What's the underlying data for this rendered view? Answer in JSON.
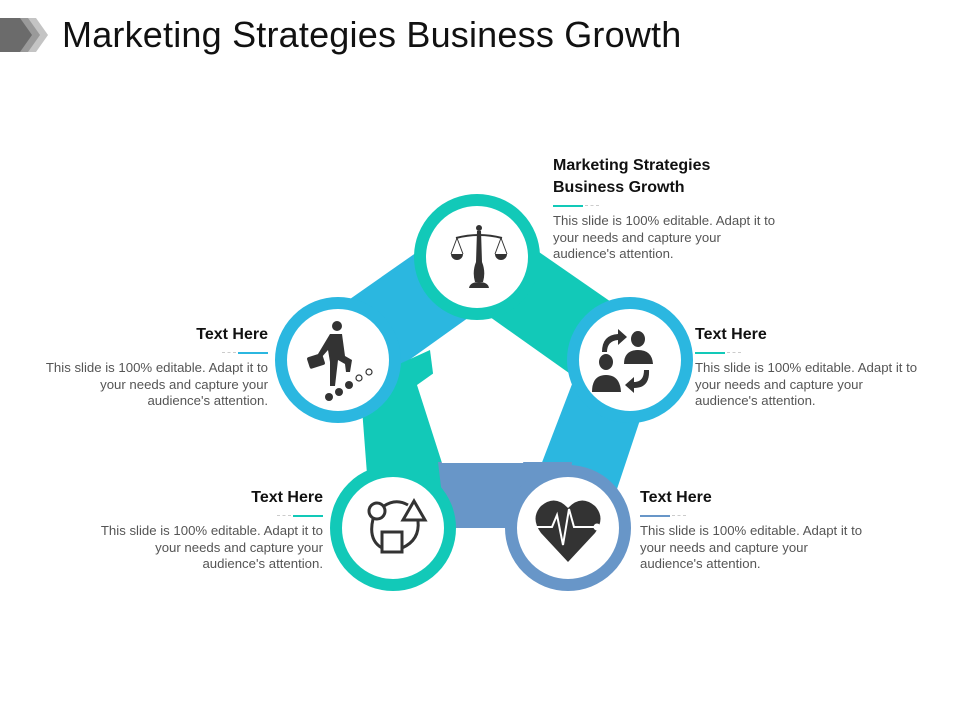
{
  "slide": {
    "title": "Marketing Strategies Business Growth",
    "title_chevron_colors": [
      "#6b6b6b",
      "#9a9a9a",
      "#c4c4c4"
    ]
  },
  "colors": {
    "teal": "#12c9b8",
    "sky": "#2bb7e0",
    "steel": "#6896c8",
    "icon": "#333333",
    "text_dark": "#111111",
    "text_body": "#555555"
  },
  "nodes": [
    {
      "id": "top",
      "icon": "scales-of-justice-icon",
      "heading_line1": "Marketing Strategies",
      "heading_line2": "Business Growth",
      "description": "This slide is 100% editable. Adapt it to your needs and capture your audience's attention.",
      "ring_color": "#12c9b8"
    },
    {
      "id": "right",
      "icon": "people-exchange-icon",
      "heading": "Text Here",
      "description": "This slide is 100% editable. Adapt it to your needs and capture your audience's attention.",
      "ring_color": "#2bb7e0"
    },
    {
      "id": "bottom-right",
      "icon": "heart-rate-icon",
      "heading": "Text Here",
      "description": "This slide is 100% editable. Adapt it to your needs and capture your audience's attention.",
      "ring_color": "#6896c8"
    },
    {
      "id": "bottom-left",
      "icon": "shapes-connection-icon",
      "heading": "Text Here",
      "description": "This slide is 100% editable. Adapt it to your needs and capture your audience's attention.",
      "ring_color": "#12c9b8"
    },
    {
      "id": "left",
      "icon": "businessman-climbing-steps-icon",
      "heading": "Text Here",
      "description": "This slide is 100% editable. Adapt it to your needs and capture your audience's attention.",
      "ring_color": "#2bb7e0"
    }
  ]
}
